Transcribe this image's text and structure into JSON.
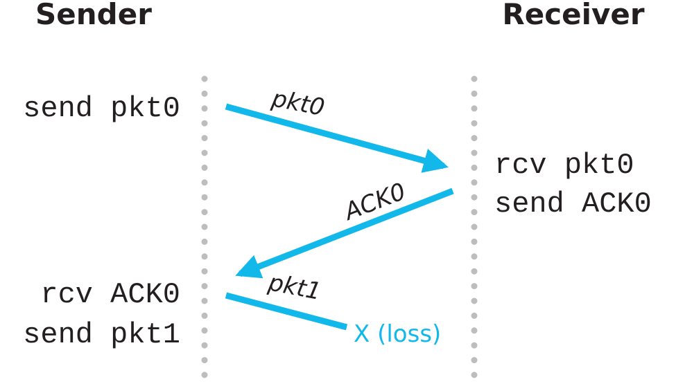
{
  "headers": {
    "sender": "Sender",
    "receiver": "Receiver"
  },
  "sender_events": [
    "send pkt0",
    "rcv ACK0",
    "send pkt1"
  ],
  "receiver_events": [
    "rcv pkt0",
    "send ACK0"
  ],
  "messages": {
    "pkt0": "pkt0",
    "ack0": "ACK0",
    "pkt1": "pkt1",
    "loss": "X (loss)"
  },
  "colors": {
    "arrow": "#12b8ea",
    "timeline_dots": "#bdbdbd",
    "text": "#231f20"
  }
}
